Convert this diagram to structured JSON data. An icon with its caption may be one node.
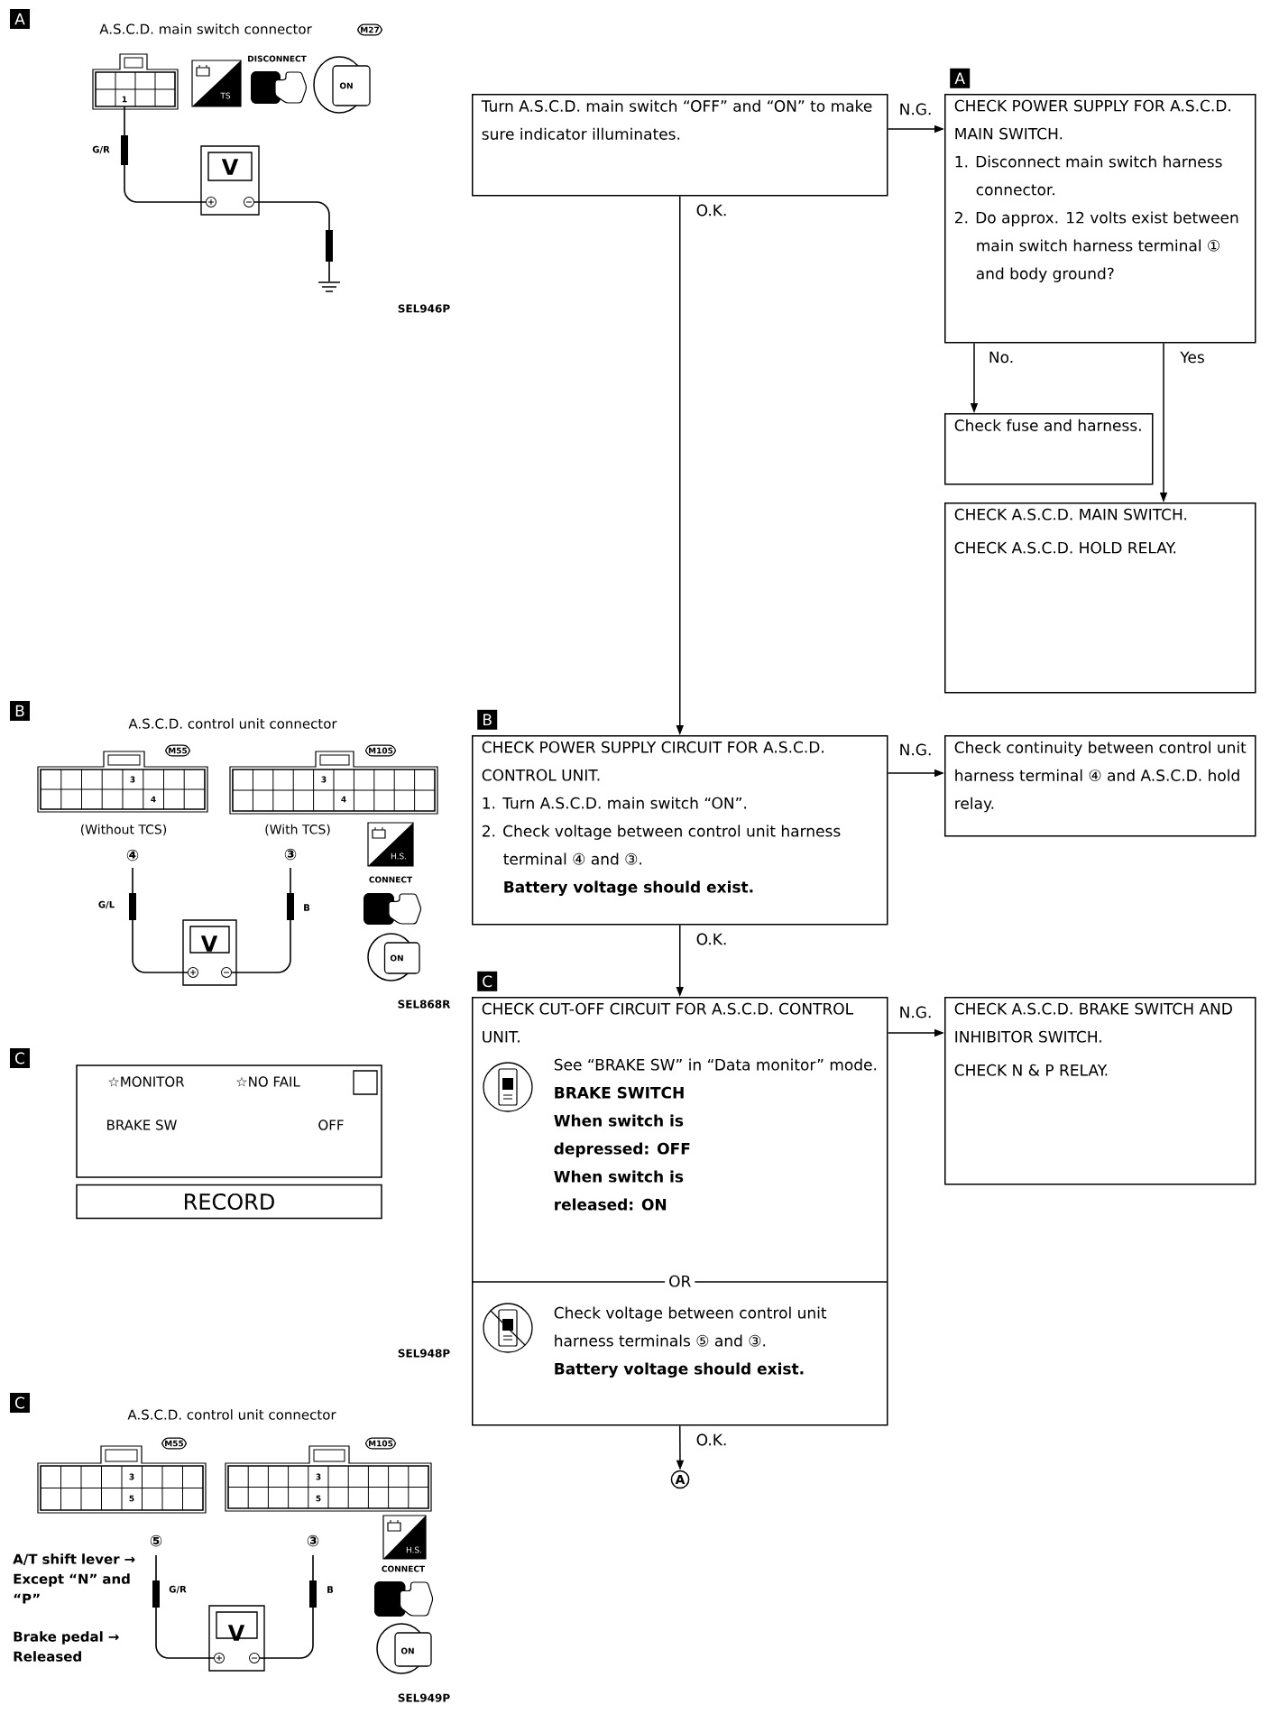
{
  "diagram": {
    "nodes": [
      {
        "text": [
          "Turn A.S.C.D. main switch “OFF” and “ON” to make sure indicator illuminates."
        ]
      },
      {
        "text": [
          "CHECK POWER SUPPLY FOR A.S.C.D. MAIN SWITCH.",
          "1. Disconnect main switch harness connector.",
          "2. Do approx. 12 volts exist between main switch harness terminal ① and body ground?"
        ],
        "beside": [
          "A"
        ]
      },
      {
        "text": [
          "Check fuse and harness."
        ]
      },
      {
        "text": [
          "CHECK A.S.C.D. MAIN SWITCH.",
          "CHECK A.S.C.D. HOLD RELAY."
        ]
      },
      {
        "text": [
          "CHECK POWER SUPPLY CIRCUIT FOR A.S.C.D. CONTROL UNIT.",
          "1. Turn A.S.C.D. main switch “ON”.",
          "2. Check voltage between control unit harness terminal ④ and ③.",
          "Battery voltage should exist."
        ],
        "beside": [
          "B"
        ]
      },
      {
        "text": [
          "Check continuity between control unit harness terminal ④ and A.S.C.D. hold relay."
        ]
      },
      {
        "text": [
          "CHECK CUT-OFF CIRCUIT FOR A.S.C.D. CONTROL UNIT.",
          "See “BRAKE SW” in “Data monitor” mode.",
          "BRAKE SWITCH",
          "When switch is depressed: OFF",
          "When switch is released: ON",
          "OR",
          "Check voltage between control unit harness terminals ⑤ and ③.",
          "Battery voltage should exist."
        ],
        "beside": [
          "C"
        ]
      },
      {
        "text": [
          "CHECK A.S.C.D. BRAKE SWITCH AND INHIBITOR SWITCH.",
          "CHECK N & P RELAY."
        ]
      },
      {
        "text": [
          "A"
        ]
      }
    ],
    "edges": [
      {
        "from": 0,
        "to": 1,
        "arrow": "to",
        "label": "N.G."
      },
      {
        "from": 0,
        "to": 4,
        "arrow": "to",
        "label": "O.K."
      },
      {
        "from": 1,
        "to": 2,
        "arrow": "to",
        "label": "No."
      },
      {
        "from": 1,
        "to": 3,
        "arrow": "to",
        "label": "Yes"
      },
      {
        "from": 4,
        "to": 5,
        "arrow": "to",
        "label": "N.G."
      },
      {
        "from": 4,
        "to": 6,
        "arrow": "to",
        "label": "O.K."
      },
      {
        "from": 6,
        "to": 7,
        "arrow": "to",
        "label": "N.G."
      },
      {
        "from": 6,
        "to": 8,
        "arrow": "to",
        "label": "O.K."
      }
    ],
    "labels": [
      "A",
      "A.S.C.D. main switch connector",
      "M27",
      "1",
      "DISCONNECT",
      "TS",
      "ON",
      "G/R",
      "V",
      "SEL946P",
      "B",
      "A.S.C.D. control unit connector",
      "M55",
      "M105",
      "3",
      "4",
      "3",
      "4",
      "(Without TCS)",
      "(With TCS)",
      "④",
      "③",
      "G/L",
      "B",
      "V",
      "H.S.",
      "CONNECT",
      "ON",
      "SEL868R",
      "C",
      "☆MONITOR",
      "☆NO FAIL",
      "BRAKE SW",
      "OFF",
      "RECORD",
      "SEL948P",
      "C",
      "A.S.C.D. control unit connector",
      "M55",
      "M105",
      "3",
      "5",
      "3",
      "5",
      "⑤",
      "③",
      "A/T shift lever → Except “N” and “P”",
      "Brake pedal → Released",
      "G/R",
      "B",
      "V",
      "H.S.",
      "CONNECT",
      "ON",
      "SEL949P"
    ]
  }
}
